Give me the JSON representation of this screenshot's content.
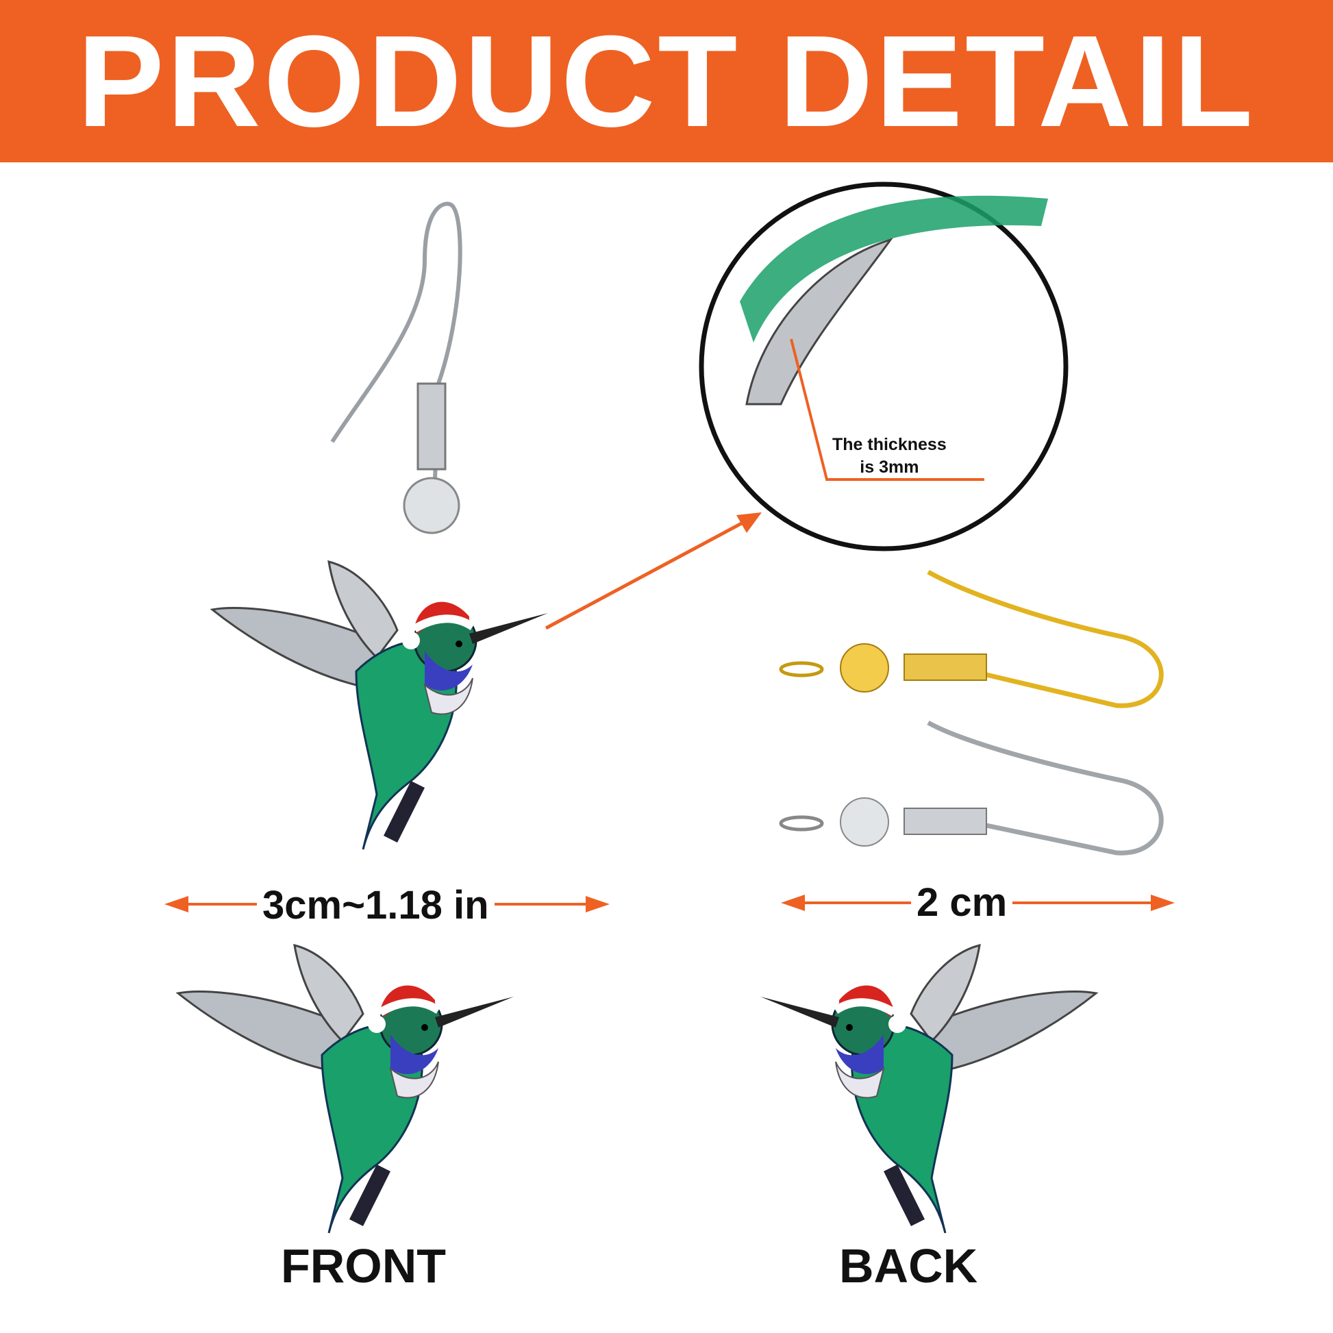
{
  "banner": {
    "title": "PRODUCT DETAIL",
    "color": "#ee6123"
  },
  "callout": {
    "line1": "The thickness",
    "line2": "is 3mm"
  },
  "dimensions": {
    "earring_width": "3cm~1.18 in",
    "hook_width": "2 cm"
  },
  "labels": {
    "front": "FRONT",
    "back": "BACK"
  },
  "colors": {
    "accent": "#ee6123",
    "bird_green": "#1aa06a",
    "hat_red": "#d8241e"
  }
}
